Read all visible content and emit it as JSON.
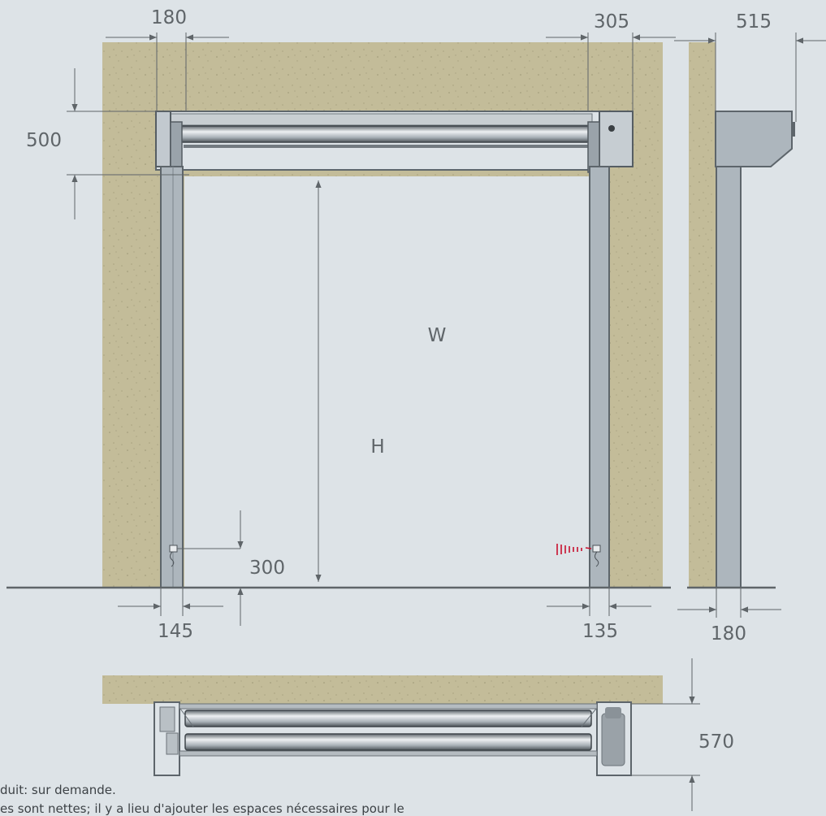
{
  "front_view": {
    "dim_top_left": "180",
    "dim_top_right": "305",
    "dim_header_height": "500",
    "label_width": "W",
    "label_height": "H",
    "dim_photocell_height": "300",
    "dim_bottom_left": "145",
    "dim_bottom_right": "135"
  },
  "side_view": {
    "dim_top": "515",
    "dim_bottom": "180"
  },
  "top_view": {
    "dim_depth": "570"
  },
  "notes": {
    "line1": "duit: sur demande.",
    "line2": "es sont nettes; il y a lieu d'ajouter les espaces nécessaires pour le"
  },
  "colors": {
    "wall": "#c2bb98",
    "background": "#dde3e7",
    "frame": "#adb6bd",
    "sensor": "#c8102e"
  }
}
